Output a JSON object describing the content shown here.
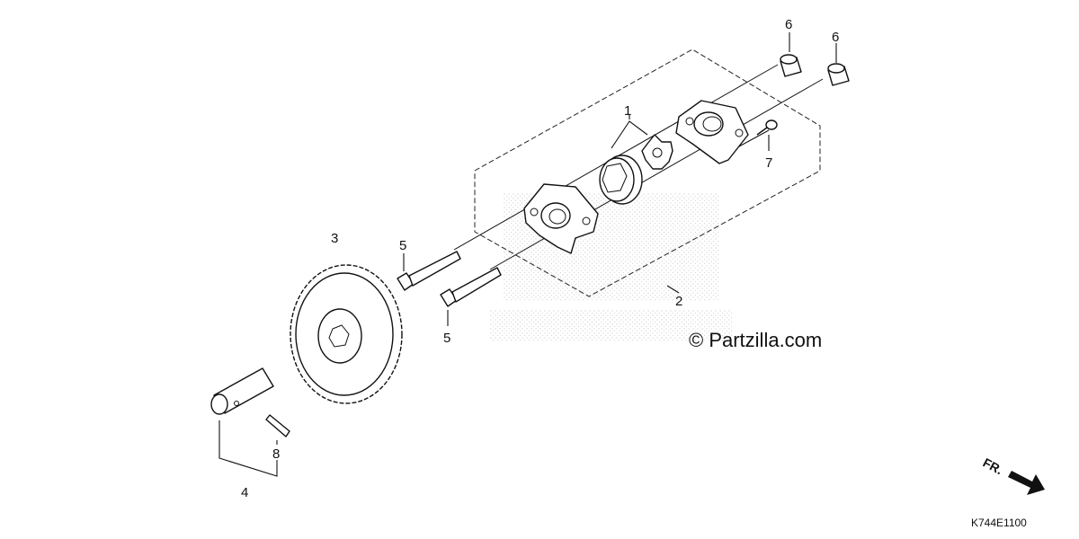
{
  "callouts": {
    "c1": "1",
    "c2": "2",
    "c3": "3",
    "c4": "4",
    "c5a": "5",
    "c5b": "5",
    "c6a": "6",
    "c6b": "6",
    "c7": "7",
    "c8": "8"
  },
  "watermark": "© Partzilla.com",
  "diagram_code": "K744E1100",
  "direction_label": "FR."
}
